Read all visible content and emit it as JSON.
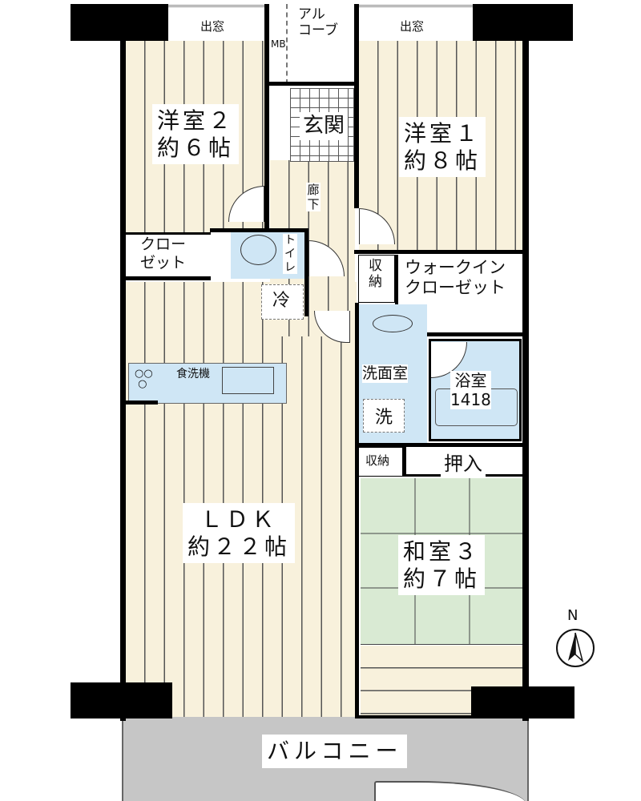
{
  "rooms": {
    "western2": {
      "name": "洋室２",
      "size": "約６帖"
    },
    "western1": {
      "name": "洋室１",
      "size": "約８帖"
    },
    "entrance": "玄関",
    "corridor": "廊下",
    "alcove": "アル\nコーブ",
    "mb": "MB",
    "bay_window_left": "出窓",
    "bay_window_right": "出窓",
    "closet": "クロー\nゼット",
    "toilet": "トイレ",
    "fridge": "冷",
    "storage1": "収\n納",
    "walk_in_closet": "ウォークイン\nクローゼット",
    "washroom": "洗面室",
    "washer": "洗",
    "bath": {
      "name": "浴室",
      "size": "1418"
    },
    "storage2": "収納",
    "oshiire": "押入",
    "dishwasher": "食洗機",
    "ldk": {
      "name": "ＬＤＫ",
      "size": "約２２帖"
    },
    "japanese3": {
      "name": "和室３",
      "size": "約７帖"
    },
    "balcony": "バルコニー"
  },
  "compass": {
    "label": "N"
  }
}
